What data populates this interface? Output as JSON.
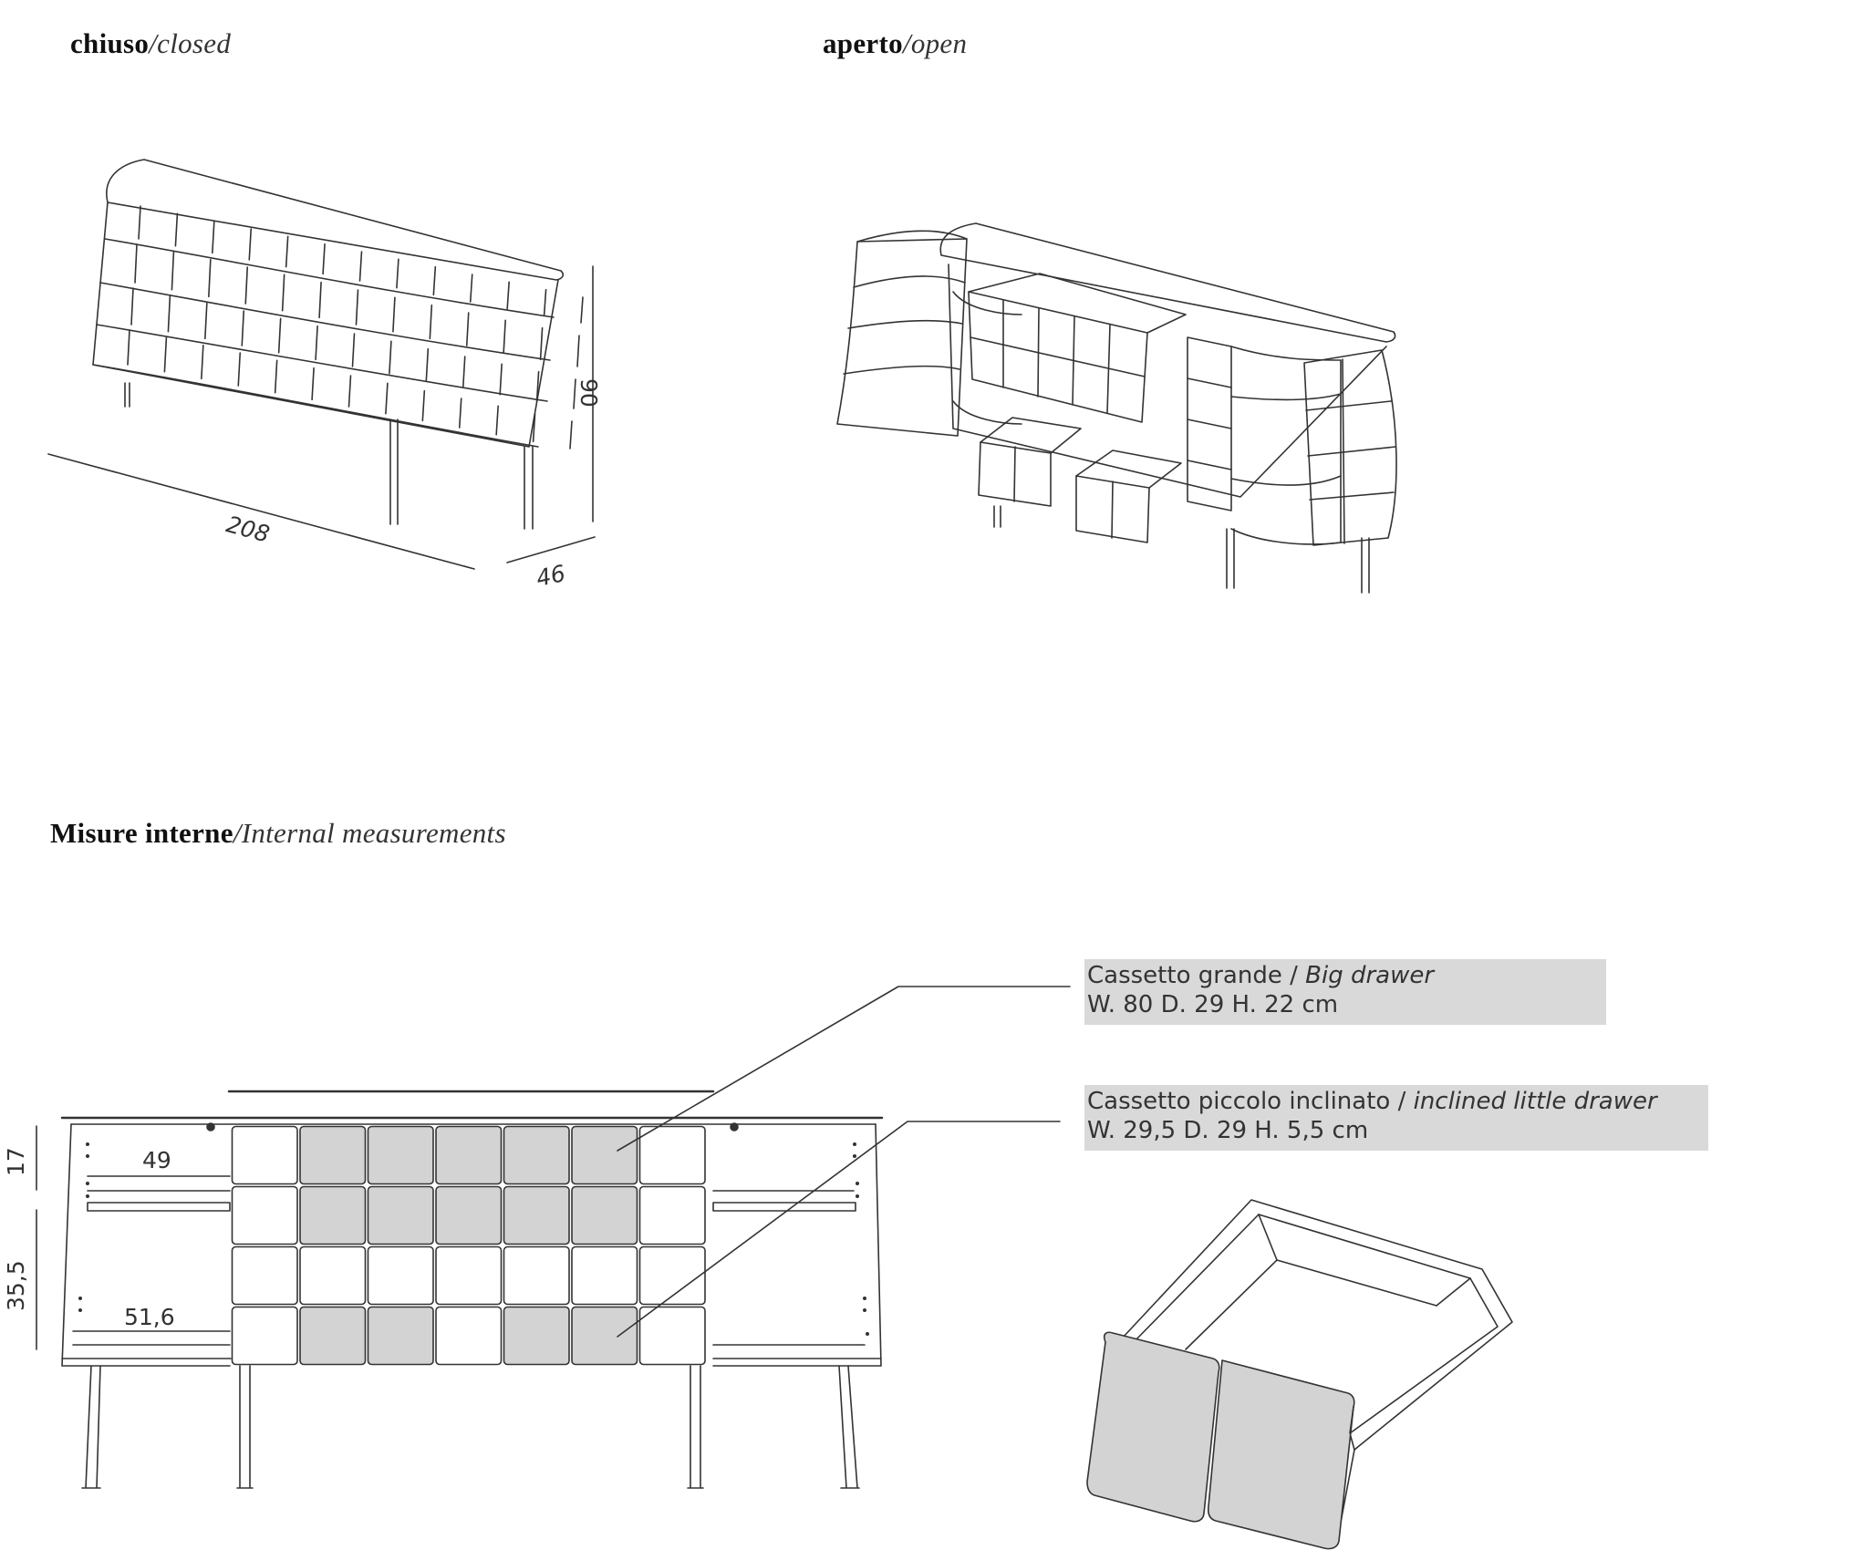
{
  "sections": {
    "closed": {
      "title": "chiuso",
      "subtitle": "closed"
    },
    "open": {
      "title": "aperto",
      "subtitle": "open"
    },
    "internal": {
      "title": "Misure interne",
      "subtitle": "Internal measurements"
    },
    "separator": "/"
  },
  "dimensions": {
    "width": "208",
    "depth": "46",
    "height": "90",
    "compartment_upper": "49",
    "compartment_lower": "51,6",
    "height_upper": "17",
    "height_lower": "35,5"
  },
  "notes": {
    "big_drawer": {
      "name_it": "Cassetto grande",
      "sep": " / ",
      "name_en": "Big drawer",
      "size": "W. 80 D. 29 H. 22 cm"
    },
    "small_drawer": {
      "name_it": "Cassetto piccolo inclinato",
      "sep": " / ",
      "name_en": "inclined little drawer",
      "size": "W. 29,5 D. 29 H. 5,5 cm"
    }
  },
  "colors": {
    "line": "#333333",
    "fill_grey": "#d3d3d3",
    "note_bg": "#d9d9d9"
  }
}
